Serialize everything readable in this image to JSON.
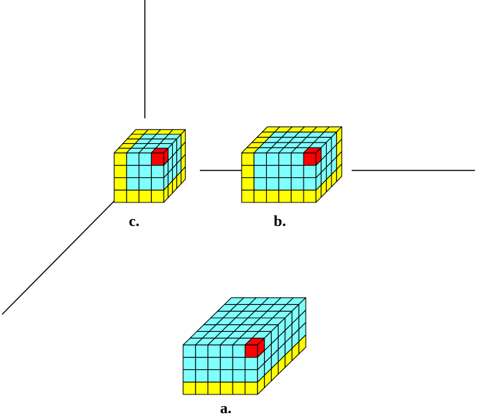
{
  "labels": {
    "a": "a.",
    "b": "b.",
    "c": "c."
  },
  "colors": {
    "front_face": "#80ffff",
    "top_face": "#80ffff",
    "side_face": "#80ffff",
    "boundary_layer": "#ffff00",
    "highlighted_cube": "#ff0000",
    "grid_lines": "#000000",
    "axes": "#000000",
    "background": "#ffffff"
  },
  "blocks": {
    "a": {
      "cubes_wide": 6,
      "cubes_tall": 4,
      "cubes_deep": 7,
      "yellow_bottom_layer": true,
      "yellow_side_layer": false,
      "yellow_back_layer": false,
      "highlight": "top-right-front"
    },
    "b": {
      "cubes_wide": 6,
      "cubes_tall": 4,
      "cubes_deep": 5,
      "yellow_bottom_layer": true,
      "yellow_side_layer": true,
      "yellow_back_layer": true,
      "highlight": "top-right-front"
    },
    "c": {
      "cubes_wide": 4,
      "cubes_tall": 4,
      "cubes_deep": 5,
      "yellow_bottom_layer": true,
      "yellow_side_layer": true,
      "yellow_back_layer": true,
      "highlight": "top-right-front"
    }
  }
}
